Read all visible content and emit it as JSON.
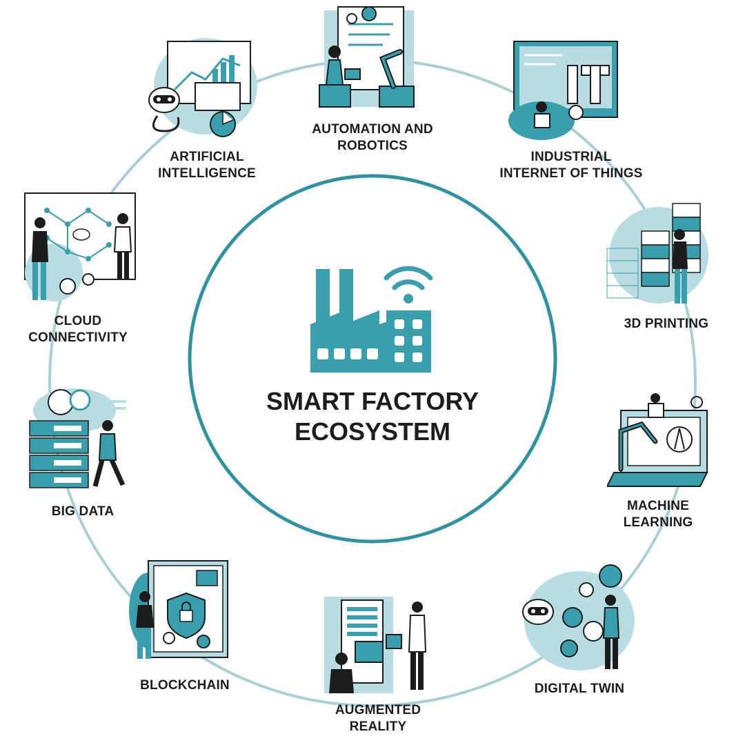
{
  "colors": {
    "accent": "#3a9fad",
    "accent_light": "#b7dde2",
    "ring": "#a9cfd6",
    "inner_ring": "#2e92a1",
    "ink": "#1c1c1c"
  },
  "center": {
    "title_line1": "SMART FACTORY",
    "title_line2": "ECOSYSTEM",
    "icon": "factory-wifi-icon"
  },
  "nodes": [
    {
      "id": "automation",
      "line1": "AUTOMATION AND",
      "line2": "ROBOTICS",
      "icon": "robot-arm-illustration"
    },
    {
      "id": "iiot",
      "line1": "INDUSTRIAL",
      "line2": "INTERNET OF THINGS",
      "icon": "iot-illustration"
    },
    {
      "id": "printing",
      "line1": "3D PRINTING",
      "line2": "",
      "icon": "3d-printing-illustration"
    },
    {
      "id": "ml",
      "line1": "MACHINE",
      "line2": "LEARNING",
      "icon": "machine-learning-illustration"
    },
    {
      "id": "twin",
      "line1": "DIGITAL TWIN",
      "line2": "",
      "icon": "digital-twin-illustration"
    },
    {
      "id": "ar",
      "line1": "AUGMENTED",
      "line2": "REALITY",
      "icon": "augmented-reality-illustration"
    },
    {
      "id": "blockchain",
      "line1": "BLOCKCHAIN",
      "line2": "",
      "icon": "blockchain-illustration"
    },
    {
      "id": "bigdata",
      "line1": "BIG DATA",
      "line2": "",
      "icon": "big-data-illustration"
    },
    {
      "id": "cloud",
      "line1": "CLOUD",
      "line2": "CONNECTIVITY",
      "icon": "cloud-connectivity-illustration"
    },
    {
      "id": "ai",
      "line1": "ARTIFICIAL",
      "line2": "INTELLIGENCE",
      "icon": "ai-robot-illustration"
    }
  ]
}
